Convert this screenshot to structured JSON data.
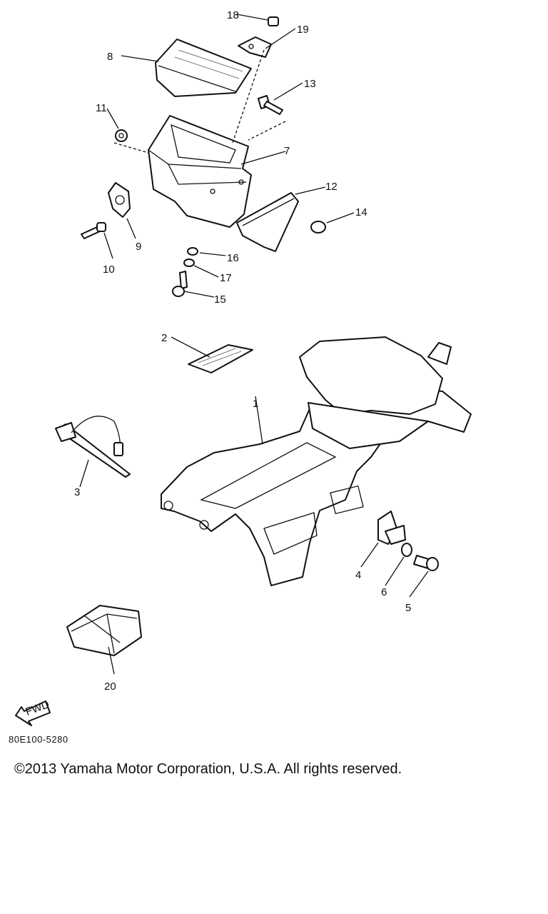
{
  "diagram": {
    "callouts": [
      "1",
      "2",
      "3",
      "4",
      "5",
      "6",
      "7",
      "8",
      "9",
      "10",
      "11",
      "12",
      "13",
      "14",
      "15",
      "16",
      "17",
      "18",
      "19",
      "20"
    ],
    "fwd_label": "FWD"
  },
  "footer": {
    "diagram_code": "80E100-5280",
    "copyright": "©2013 Yamaha Motor Corporation, U.S.A. All rights reserved."
  }
}
